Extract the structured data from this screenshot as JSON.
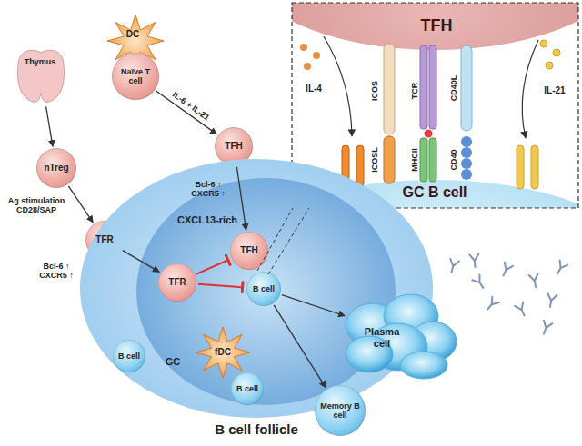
{
  "diagram": {
    "nodes": [
      {
        "text": [
          "Thymus"
        ]
      },
      {
        "text": [
          "DC"
        ]
      },
      {
        "text": [
          "Naïve T cell"
        ]
      },
      {
        "text": [
          "TFH"
        ]
      },
      {
        "text": [
          "nTreg"
        ]
      },
      {
        "text": [
          "TFR"
        ]
      },
      {
        "text": [
          "B cell follicle"
        ]
      },
      {
        "text": [
          "GC",
          "CXCL13-rich"
        ],
        "in": 6
      },
      {
        "text": [
          "TFH"
        ],
        "in": 7
      },
      {
        "text": [
          "TFR"
        ],
        "in": 7
      },
      {
        "text": [
          "B cell"
        ],
        "in": 7
      },
      {
        "text": [
          "fDC"
        ],
        "in": 7
      },
      {
        "text": [
          "B cell"
        ],
        "in": 7
      },
      {
        "text": [
          "B cell"
        ],
        "in": 6
      },
      {
        "text": [
          "Plasma cell"
        ]
      },
      {
        "text": [
          "Memory B cell"
        ]
      },
      {
        "text": [
          "TFH"
        ]
      },
      {
        "text": [
          "GC B cell"
        ]
      }
    ],
    "edges": [
      {
        "from": 0,
        "to": 4,
        "arrow": "to"
      },
      {
        "from": 4,
        "to": 5,
        "arrow": "to"
      },
      {
        "from": 2,
        "to": 3,
        "label": "IL-6 + IL-21",
        "arrow": "to"
      },
      {
        "from": 3,
        "to": 8,
        "arrow": "to"
      },
      {
        "from": 5,
        "to": 9,
        "arrow": "to"
      },
      {
        "from": 9,
        "to": 8,
        "arrow": "to"
      },
      {
        "from": 9,
        "to": 10,
        "arrow": "to"
      },
      {
        "from": 10,
        "to": 14,
        "arrow": "to"
      },
      {
        "from": 10,
        "to": 15,
        "arrow": "to"
      }
    ],
    "labels": [
      "IL-4",
      "ICOS",
      "ICOSL",
      "TCR",
      "MHCII",
      "CD40L",
      "CD40",
      "IL-21",
      "Ag stimulation CD28/SAP",
      "Bcl-6 ↑ CXCR5 ↑",
      "Bcl-6 ↑ CXCR5 ↑"
    ]
  }
}
